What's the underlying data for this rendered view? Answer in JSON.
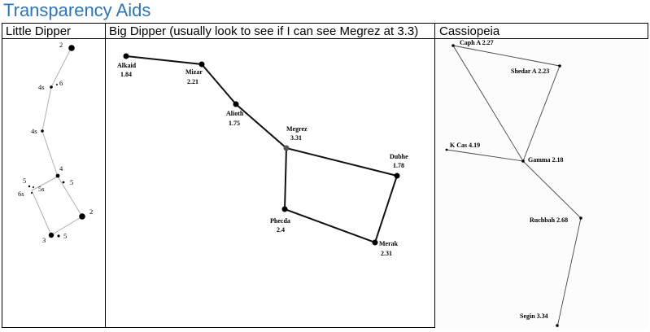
{
  "title": "Transparency Aids",
  "columns": {
    "little_dipper": "Little Dipper",
    "big_dipper": "Big Dipper (usually look to see if I can see Megrez at 3.3)",
    "cassiopeia": "Cassiopeia"
  },
  "little_dipper": {
    "labels": [
      "2",
      "4s",
      "6",
      "4s",
      "4",
      "5",
      "5",
      "5s",
      "6s",
      "2",
      "3",
      "5"
    ]
  },
  "big_dipper": {
    "stars": [
      {
        "name": "Alkaid",
        "mag": "1.84"
      },
      {
        "name": "Mizar",
        "mag": "2.21"
      },
      {
        "name": "Alioth",
        "mag": "1.75"
      },
      {
        "name": "Megrez",
        "mag": "3.31"
      },
      {
        "name": "Dubhe",
        "mag": "1.78"
      },
      {
        "name": "Phecda",
        "mag": "2.4"
      },
      {
        "name": "Merak",
        "mag": "2.31"
      }
    ]
  },
  "cassiopeia": {
    "stars": [
      "Caph A 2.27",
      "Shedar A 2.23",
      "K Cas 4.19",
      "Gamma 2.18",
      "Ruchbah 2.68",
      "Segin 3.34"
    ]
  }
}
